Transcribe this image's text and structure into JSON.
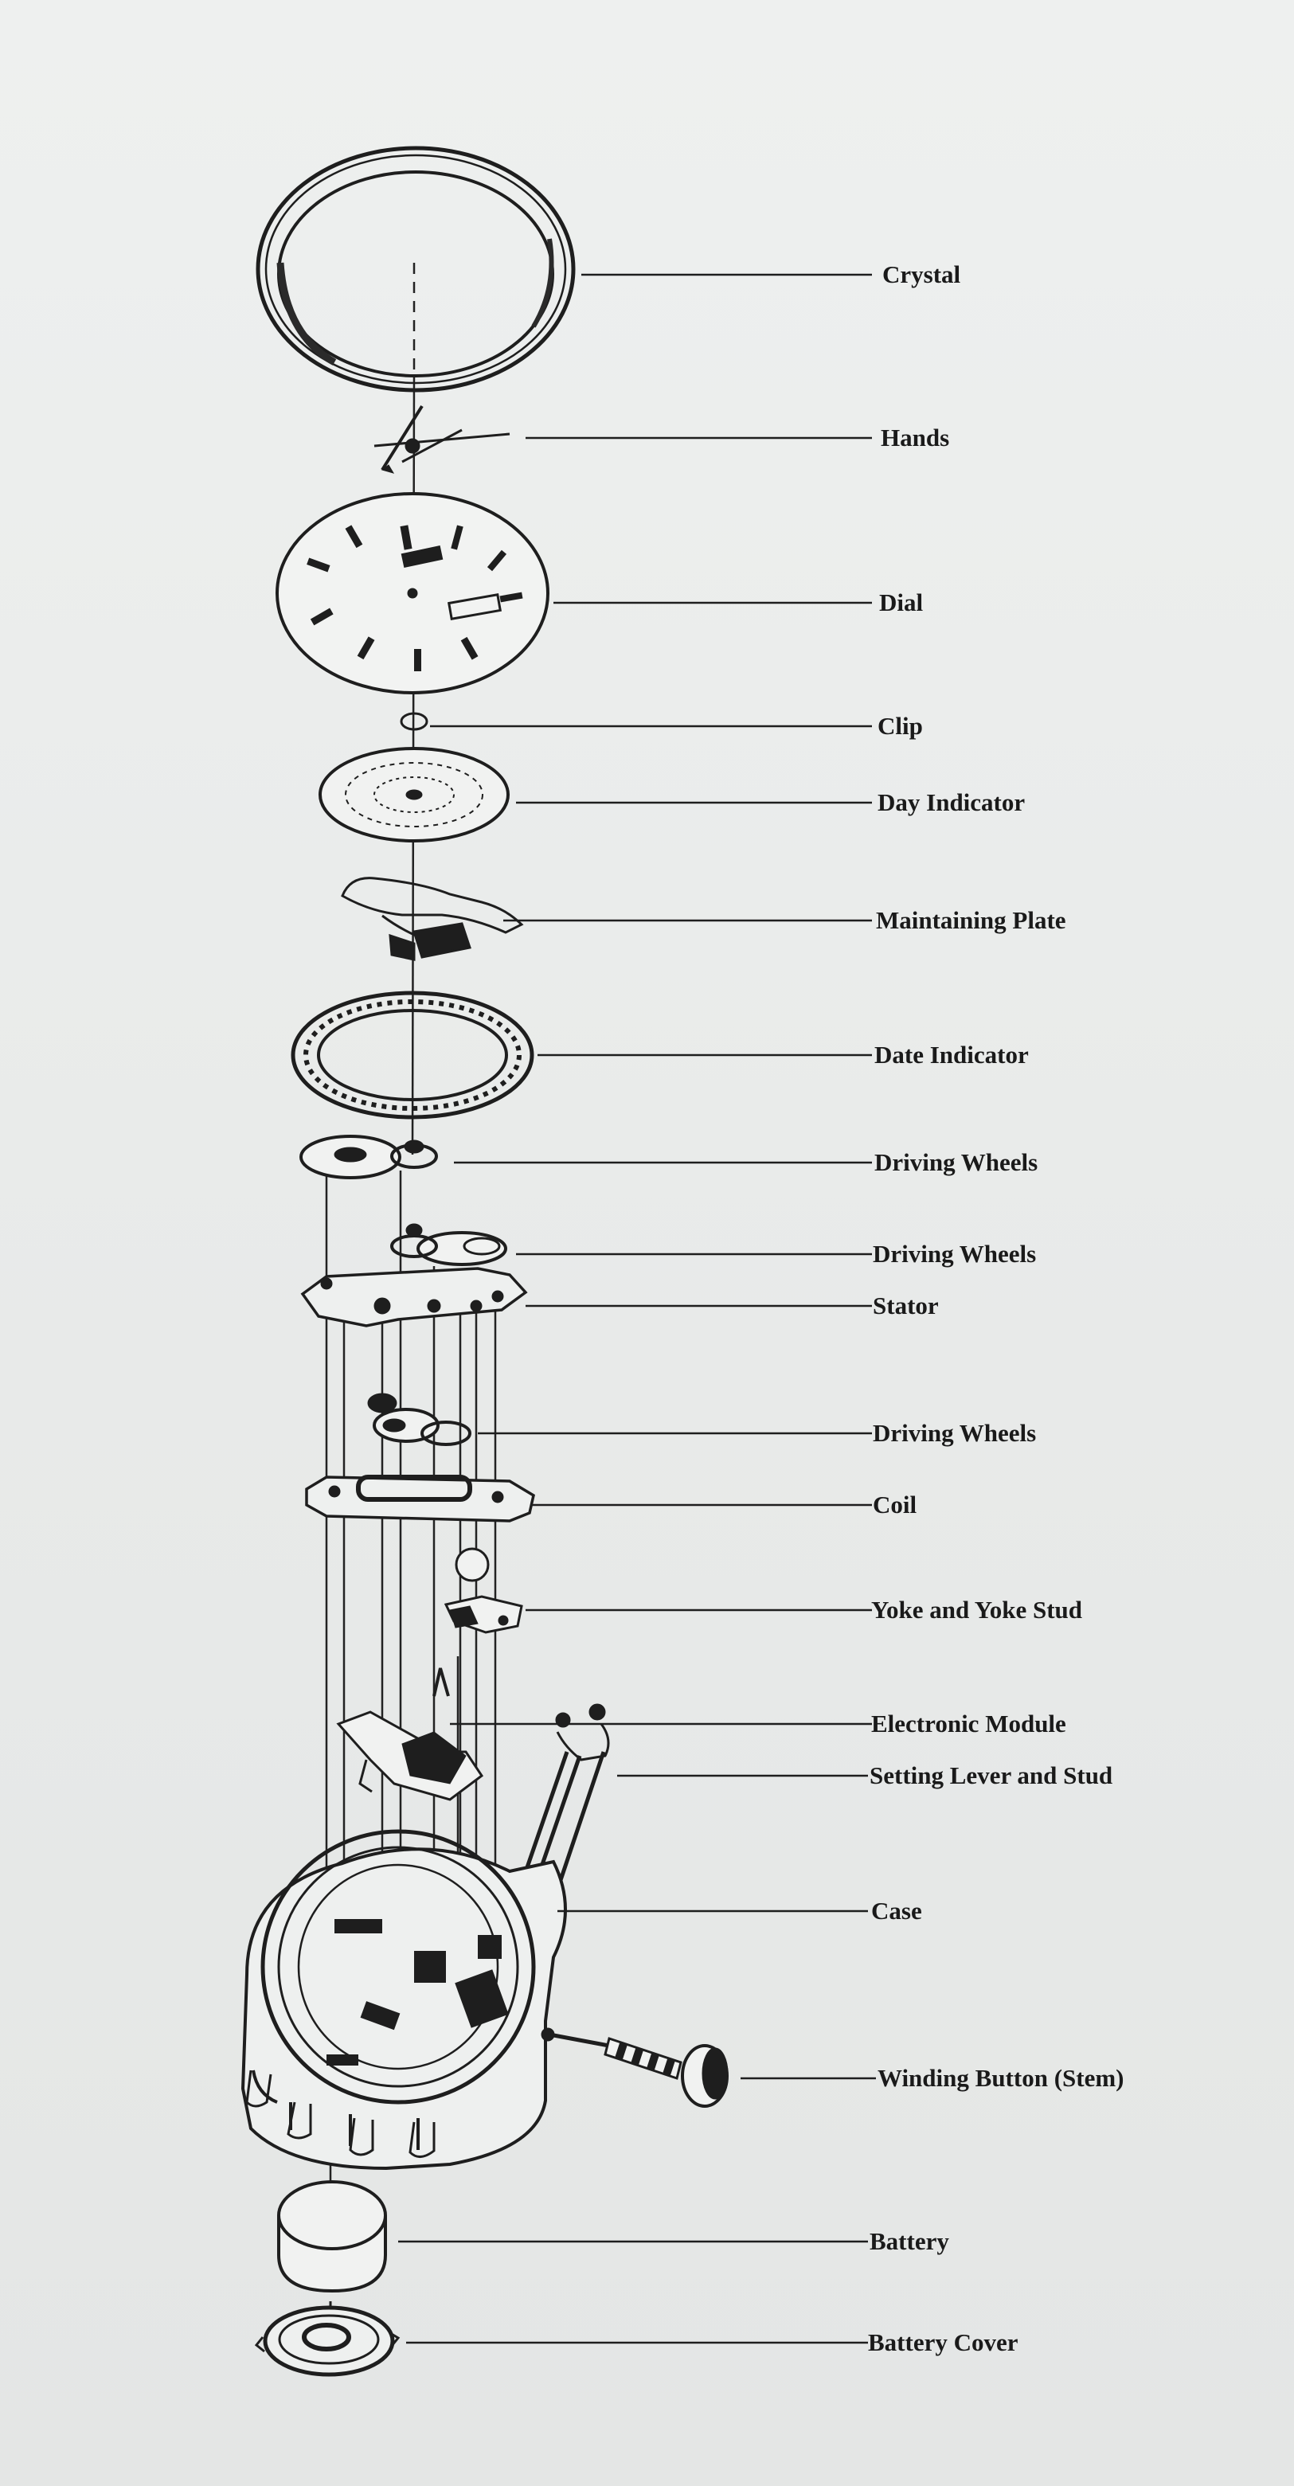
{
  "diagram": {
    "type": "exploded-view",
    "labels": {
      "crystal": "Crystal",
      "hands": "Hands",
      "dial": "Dial",
      "clip": "Clip",
      "day_indicator": "Day Indicator",
      "maintaining_plate": "Maintaining Plate",
      "date_indicator": "Date Indicator",
      "driving_wheels_1": "Driving Wheels",
      "driving_wheels_2": "Driving Wheels",
      "stator": "Stator",
      "driving_wheels_3": "Driving Wheels",
      "coil": "Coil",
      "yoke": "Yoke and Yoke Stud",
      "electronic_module": "Electronic Module",
      "setting_lever": "Setting Lever and Stud",
      "case": "Case",
      "winding_button": "Winding Button (Stem)",
      "battery": "Battery",
      "battery_cover": "Battery Cover"
    }
  }
}
